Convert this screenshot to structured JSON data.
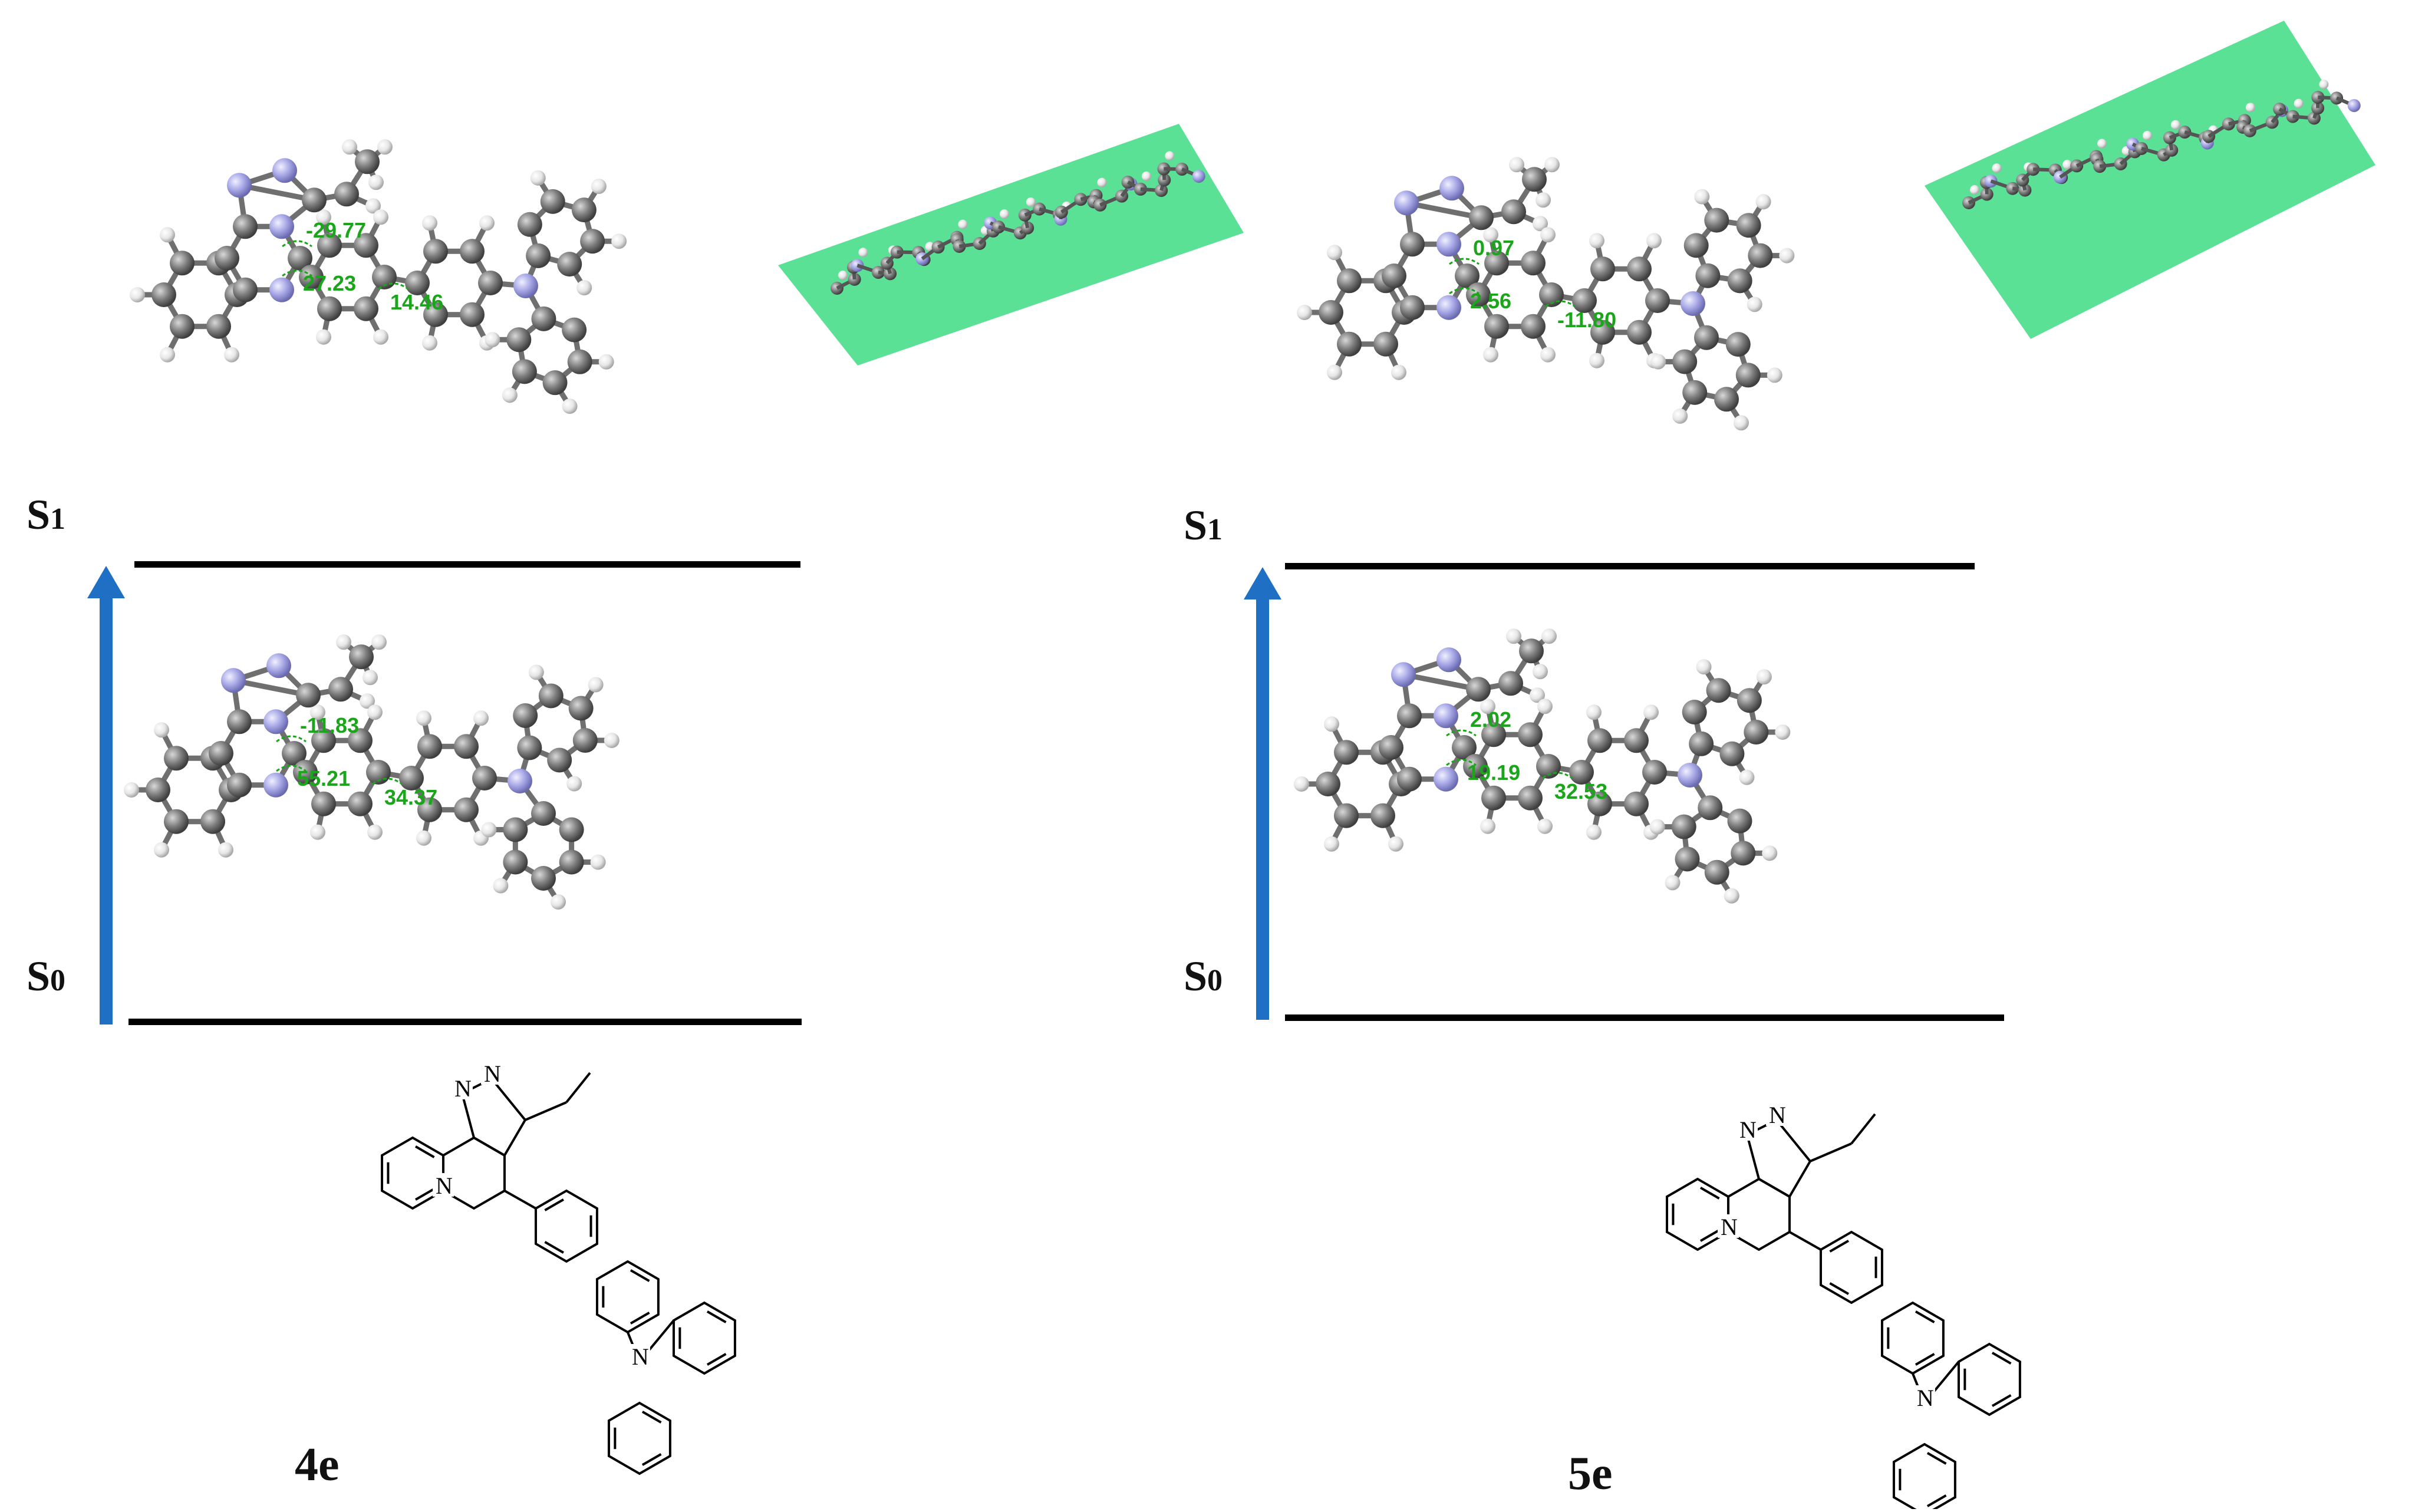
{
  "compounds": [
    {
      "name": "4e",
      "s1_label": "S",
      "s1_sub": "1",
      "s0_label": "S",
      "s0_sub": "0",
      "s1_angles": [
        "-29.77",
        "27.23",
        "14.46"
      ],
      "s0_angles": [
        "-11.83",
        "55.21",
        "34.37"
      ]
    },
    {
      "name": "5e",
      "s1_label": "S",
      "s1_sub": "1",
      "s0_label": "S",
      "s0_sub": "0",
      "s1_angles": [
        "0.97",
        "2.56",
        "-11.80"
      ],
      "s0_angles": [
        "2.02",
        "19.19",
        "32.53"
      ]
    }
  ],
  "structure_atoms": {
    "n": "N"
  },
  "colors": {
    "arrow": "#1f6fc5",
    "carbon": "#7a7a7a",
    "nitrogen": "#a6a6e6",
    "hydrogen": "#e6e6e6",
    "angle_text": "#1aa51a",
    "plane": "#3ddc84",
    "level": "#000000"
  }
}
